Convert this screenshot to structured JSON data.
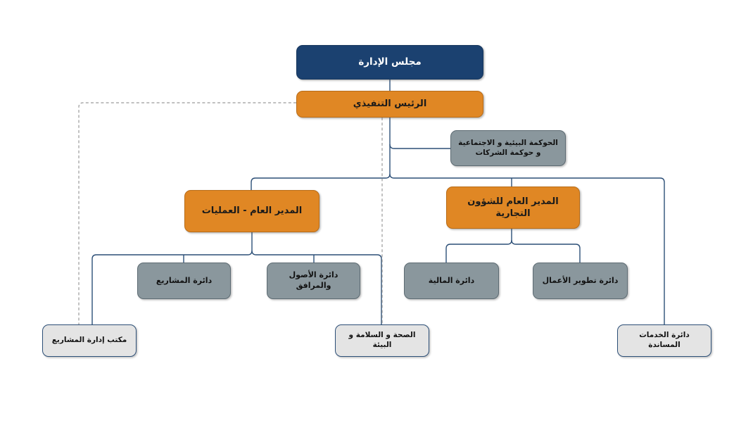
{
  "diagram": {
    "type": "organization-chart",
    "title_text": "",
    "direction": "rtl",
    "colors": {
      "board_fill": "#1B4170",
      "executive_fill": "#E08724",
      "department_fill": "#8A979D",
      "support_fill": "#E4E4E4",
      "connector_line": "#2C4F77",
      "dashed_line": "#9A9A9A",
      "canvas_background": "#FFFFFF"
    },
    "nodes": [
      {
        "id": "board",
        "label": "مجلس الإدارة",
        "level": 0,
        "style": "navy"
      },
      {
        "id": "ceo",
        "label": "الرئيس التنفيذي",
        "level": 1,
        "style": "orange"
      },
      {
        "id": "esg",
        "label": "الحوكمة البيئية و الاجتماعية و حوكمة الشركات",
        "level": 2,
        "style": "slate"
      },
      {
        "id": "gm_ops",
        "label": "المدير العام - العمليات",
        "level": 3,
        "style": "orange"
      },
      {
        "id": "gm_comm",
        "label": "المدير العام للشؤون التجارية",
        "level": 3,
        "style": "orange"
      },
      {
        "id": "projects",
        "label": "دائرة المشاريع",
        "level": 4,
        "style": "slate"
      },
      {
        "id": "assets",
        "label": "دائرة الأصول والمرافق",
        "level": 4,
        "style": "slate"
      },
      {
        "id": "finance",
        "label": "دائرة المالية",
        "level": 4,
        "style": "slate"
      },
      {
        "id": "bizdev",
        "label": "دائرة تطوير الأعمال",
        "level": 4,
        "style": "slate"
      },
      {
        "id": "pmo",
        "label": "مكتب إدارة المشاريع",
        "level": 5,
        "style": "light"
      },
      {
        "id": "hse",
        "label": "الصحة و السلامة و البيئة",
        "level": 5,
        "style": "light"
      },
      {
        "id": "support",
        "label": "دائرة الخدمات المساندة",
        "level": 5,
        "style": "light"
      }
    ],
    "edges": [
      {
        "from": "board",
        "to": "ceo",
        "style": "solid"
      },
      {
        "from": "ceo",
        "to": "esg",
        "style": "solid"
      },
      {
        "from": "ceo",
        "to": "gm_ops",
        "style": "solid"
      },
      {
        "from": "ceo",
        "to": "gm_comm",
        "style": "solid"
      },
      {
        "from": "ceo",
        "to": "support",
        "style": "solid"
      },
      {
        "from": "ceo",
        "to": "pmo",
        "style": "dashed"
      },
      {
        "from": "ceo",
        "to": "hse",
        "style": "dashed"
      },
      {
        "from": "gm_ops",
        "to": "projects",
        "style": "solid"
      },
      {
        "from": "gm_ops",
        "to": "assets",
        "style": "solid"
      },
      {
        "from": "gm_ops",
        "to": "pmo",
        "style": "solid"
      },
      {
        "from": "gm_ops",
        "to": "hse",
        "style": "solid"
      },
      {
        "from": "gm_comm",
        "to": "finance",
        "style": "solid"
      },
      {
        "from": "gm_comm",
        "to": "bizdev",
        "style": "solid"
      }
    ]
  }
}
